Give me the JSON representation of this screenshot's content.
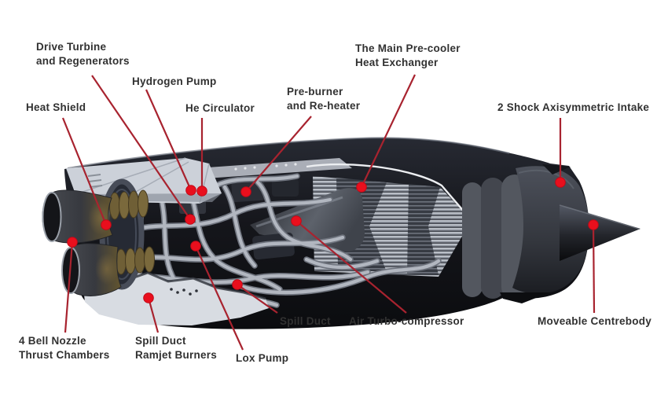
{
  "figure": {
    "type": "labeled-cutaway-diagram",
    "label_count": 13
  },
  "colors": {
    "background": "#ffffff",
    "label_text": "#313131",
    "leader_line": "#a8232f",
    "marker_dot": "#e90f1d"
  },
  "labels": [
    {
      "id": "drive-turbine-and-regenerators",
      "text": "Drive Turbine\nand Regenerators"
    },
    {
      "id": "hydrogen-pump",
      "text": "Hydrogen Pump"
    },
    {
      "id": "he-circulator",
      "text": "He Circulator"
    },
    {
      "id": "pre-burner-and-re-heater",
      "text": "Pre-burner\nand Re-heater"
    },
    {
      "id": "main-pre-cooler-heat-exchanger",
      "text": "The Main Pre-cooler\nHeat Exchanger"
    },
    {
      "id": "two-shock-axisymmetric-intake",
      "text": "2 Shock Axisymmetric Intake"
    },
    {
      "id": "heat-shield",
      "text": "Heat Shield"
    },
    {
      "id": "four-bell-nozzle-thrust-chambers",
      "text": "4 Bell Nozzle\nThrust Chambers"
    },
    {
      "id": "spill-duct-ramjet-burners",
      "text": "Spill Duct\nRamjet Burners"
    },
    {
      "id": "lox-pump",
      "text": "Lox Pump"
    },
    {
      "id": "spill-duct",
      "text": "Spill Duct"
    },
    {
      "id": "air-turbo-compressor",
      "text": "Air Turbo-compressor"
    },
    {
      "id": "moveable-centrebody",
      "text": "Moveable Centrebody"
    }
  ]
}
